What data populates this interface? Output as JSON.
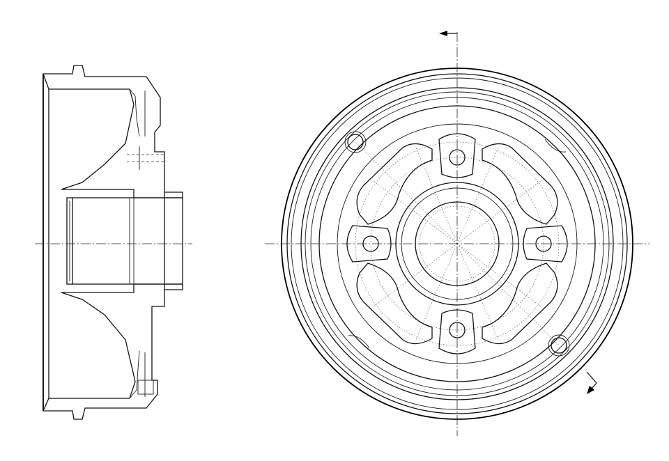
{
  "drawing": {
    "subject": "brake-drum",
    "views": [
      "section-view",
      "front-view"
    ],
    "stud_holes": 4,
    "threaded_holes": 2,
    "spokes": 4
  },
  "colors": {
    "line": "#000000",
    "background": "#ffffff"
  }
}
